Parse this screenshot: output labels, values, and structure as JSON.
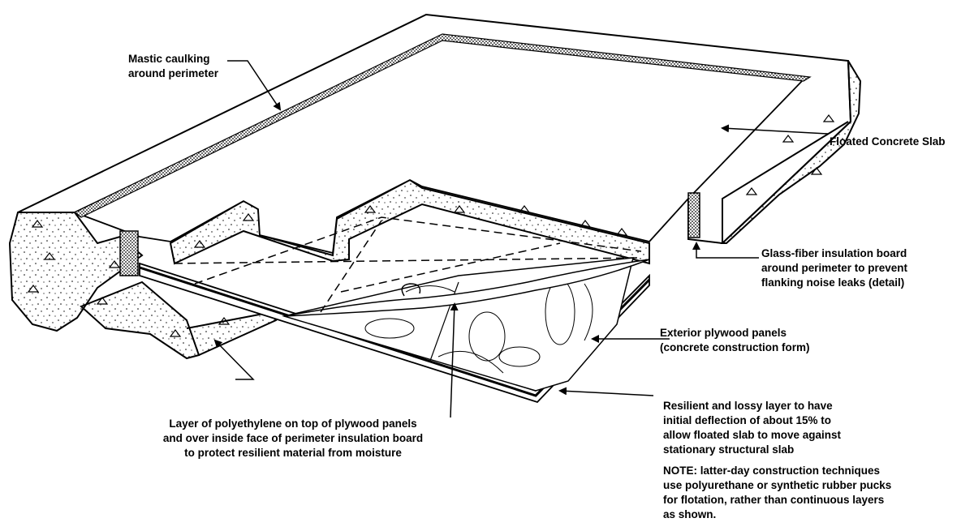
{
  "labels": {
    "mastic": [
      "Mastic caulking",
      "around perimeter"
    ],
    "floated_slab": [
      "Floated Concrete Slab"
    ],
    "glass_fiber": [
      "Glass-fiber insulation board",
      "around perimeter to prevent",
      "flanking noise leaks (detail)"
    ],
    "plywood": [
      "Exterior plywood panels",
      "(concrete construction form)"
    ],
    "resilient": [
      "Resilient and lossy layer to have",
      "initial deflection of about 15% to",
      "allow floated slab to move against",
      "stationary structural slab"
    ],
    "note": [
      "NOTE: latter-day construction techniques",
      "use polyurethane or synthetic rubber pucks",
      "for flotation, rather than continuous layers",
      "as shown."
    ],
    "polyethylene": [
      "Layer of polyethylene on top of plywood panels",
      "and over inside face of perimeter insulation board",
      "to protect resilient material from moisture"
    ]
  }
}
